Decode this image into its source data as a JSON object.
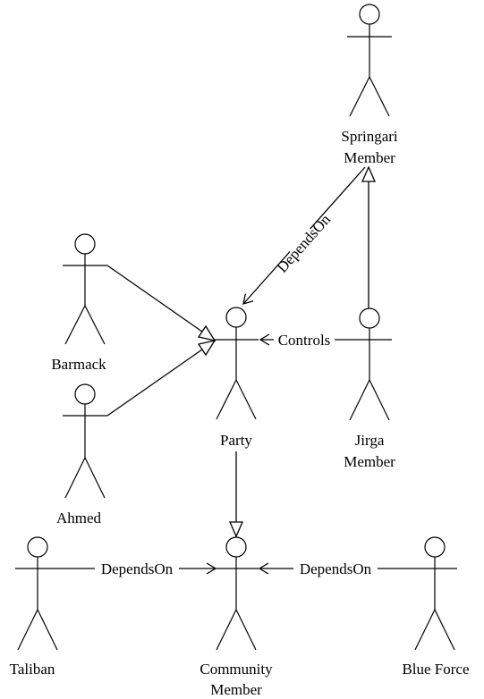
{
  "actors": {
    "springari": {
      "name_line1": "Springari",
      "name_line2": "Member"
    },
    "barmack": {
      "name": "Barmack"
    },
    "ahmed": {
      "name": "Ahmed"
    },
    "party": {
      "name": "Party"
    },
    "jirga": {
      "name_line1": "Jirga",
      "name_line2": "Member"
    },
    "taliban": {
      "name": "Taliban"
    },
    "community": {
      "name_line1": "Community",
      "name_line2": "Member"
    },
    "blue_force": {
      "name": "Blue Force"
    }
  },
  "relations": {
    "party_depends_on_springari": "DependsOn",
    "jirga_controls_party": "Controls",
    "taliban_depends_on_community": "DependsOn",
    "blue_force_depends_on_community": "DependsOn"
  }
}
